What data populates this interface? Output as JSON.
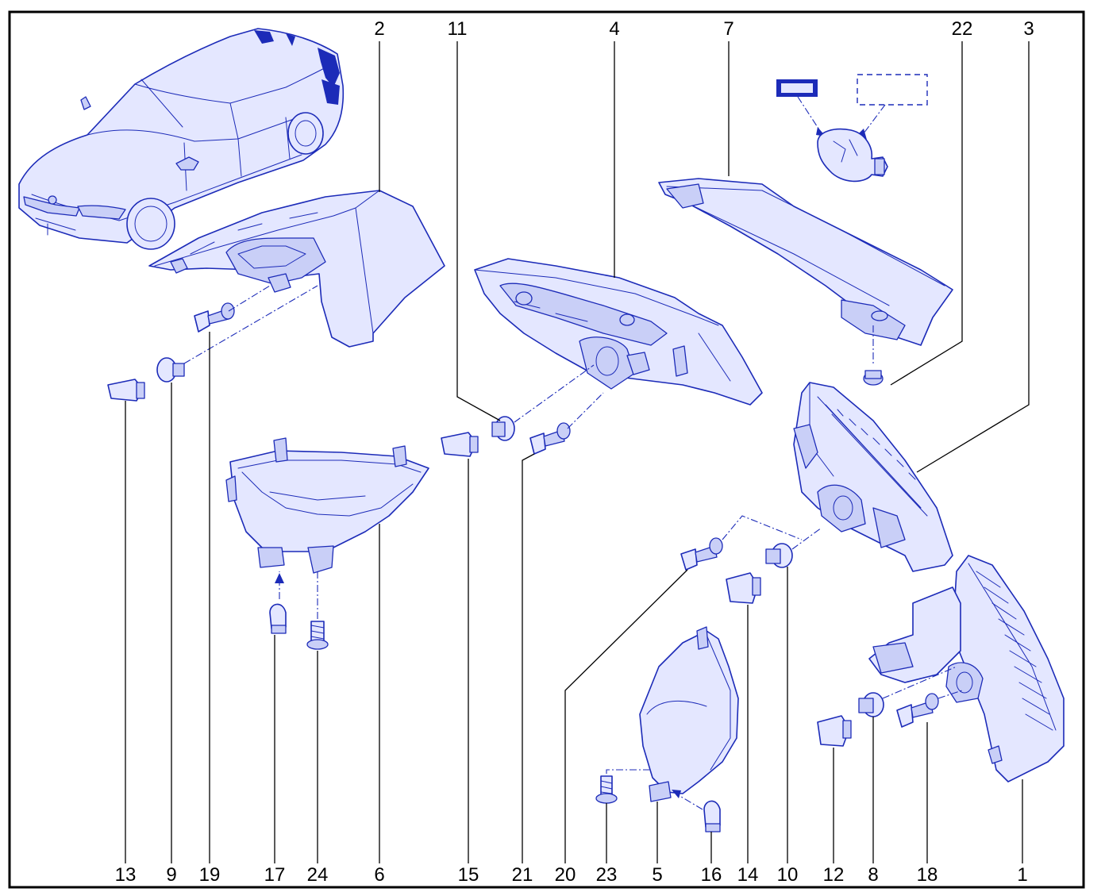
{
  "callouts": {
    "top": [
      {
        "id": "2",
        "label": "2"
      },
      {
        "id": "11",
        "label": "11"
      },
      {
        "id": "4",
        "label": "4"
      },
      {
        "id": "7",
        "label": "7"
      },
      {
        "id": "22",
        "label": "22"
      },
      {
        "id": "3",
        "label": "3"
      }
    ],
    "bottom": [
      {
        "id": "13",
        "label": "13"
      },
      {
        "id": "9",
        "label": "9"
      },
      {
        "id": "19",
        "label": "19"
      },
      {
        "id": "17",
        "label": "17"
      },
      {
        "id": "24",
        "label": "24"
      },
      {
        "id": "6",
        "label": "6"
      },
      {
        "id": "15",
        "label": "15"
      },
      {
        "id": "21",
        "label": "21"
      },
      {
        "id": "20",
        "label": "20"
      },
      {
        "id": "23",
        "label": "23"
      },
      {
        "id": "5",
        "label": "5"
      },
      {
        "id": "16",
        "label": "16"
      },
      {
        "id": "14",
        "label": "14"
      },
      {
        "id": "10",
        "label": "10"
      },
      {
        "id": "12",
        "label": "12"
      },
      {
        "id": "8",
        "label": "8"
      },
      {
        "id": "18",
        "label": "18"
      },
      {
        "id": "1",
        "label": "1"
      }
    ]
  },
  "colors": {
    "line_art": "#1c2bb8",
    "callout_text": "#000000",
    "frame": "#000000",
    "background": "#ffffff"
  }
}
